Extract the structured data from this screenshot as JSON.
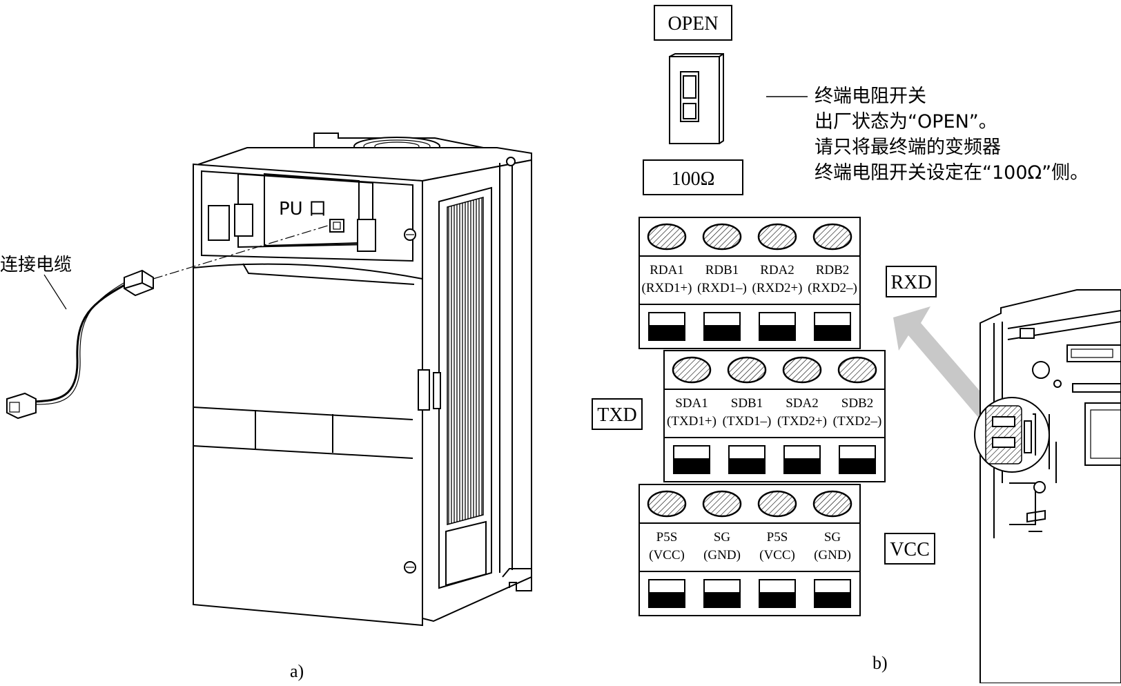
{
  "panel_a": {
    "caption": "a)",
    "pu_port_label": "PU 口",
    "cable_label": "连接电缆"
  },
  "panel_b": {
    "caption": "b)",
    "switch": {
      "open_label": "OPEN",
      "resistor_label": "100Ω",
      "note_lines": [
        "终端电阻开关",
        "出厂状态为“OPEN”。",
        "请只将最终端的变频器",
        "终端电阻开关设定在“100Ω”侧。"
      ]
    },
    "terminal_blocks": [
      {
        "group_label": "RXD",
        "terminals": [
          {
            "name": "RDA1",
            "signal": "(RXD1+)"
          },
          {
            "name": "RDB1",
            "signal": "(RXD1–)"
          },
          {
            "name": "RDA2",
            "signal": "(RXD2+)"
          },
          {
            "name": "RDB2",
            "signal": "(RXD2–)"
          }
        ]
      },
      {
        "group_label": "TXD",
        "terminals": [
          {
            "name": "SDA1",
            "signal": "(TXD1+)"
          },
          {
            "name": "SDB1",
            "signal": "(TXD1–)"
          },
          {
            "name": "SDA2",
            "signal": "(TXD2+)"
          },
          {
            "name": "SDB2",
            "signal": "(TXD2–)"
          }
        ]
      },
      {
        "group_label": "VCC",
        "terminals": [
          {
            "name": "P5S",
            "signal": "(VCC)"
          },
          {
            "name": "SG",
            "signal": "(GND)"
          },
          {
            "name": "P5S",
            "signal": "(VCC)"
          },
          {
            "name": "SG",
            "signal": "(GND)"
          }
        ]
      }
    ]
  },
  "colors": {
    "line": "#000000",
    "arrow": "#c8c8c8",
    "background": "#ffffff"
  }
}
